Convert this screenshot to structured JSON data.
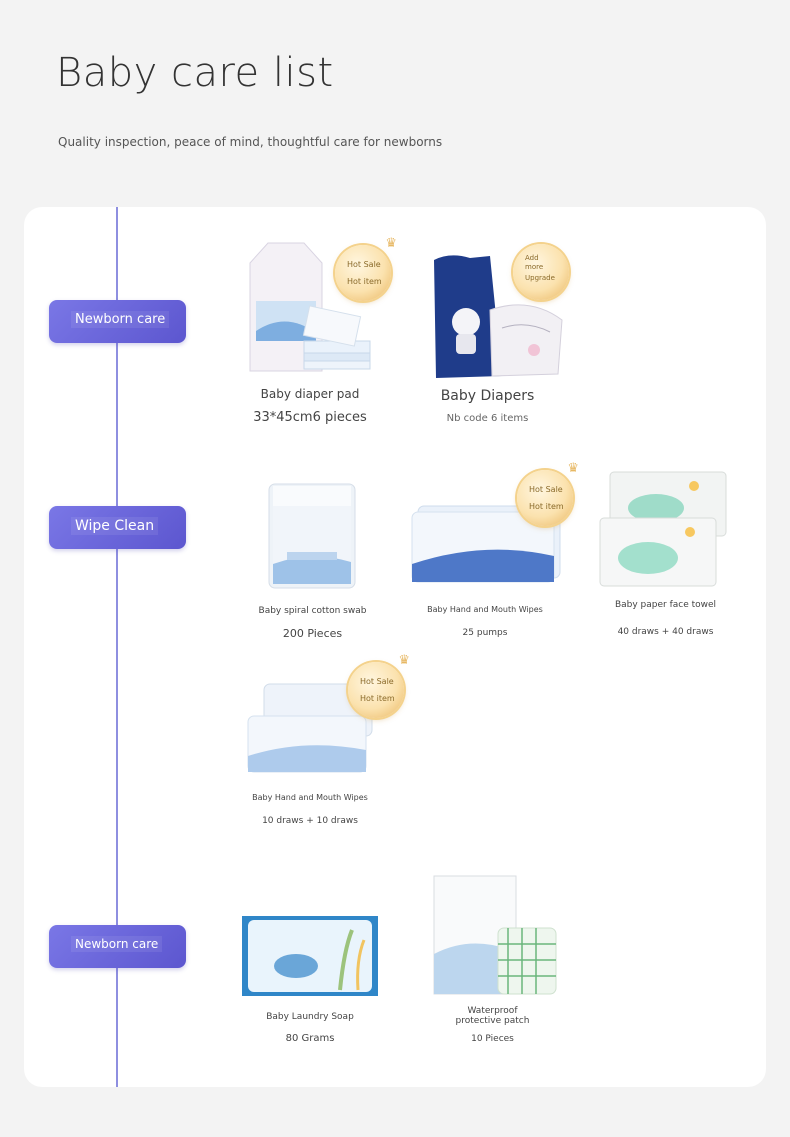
{
  "header": {
    "title": "Baby care list",
    "subtitle": "Quality inspection, peace of mind, thoughtful care for newborns"
  },
  "categories": [
    {
      "label": "Newborn care"
    },
    {
      "label": "Wipe Clean"
    },
    {
      "label": "Newborn care"
    }
  ],
  "badges": {
    "hot_sale": "Hot Sale",
    "hot_item": "Hot item",
    "add_more": "Add more",
    "upgrade": "Upgrade"
  },
  "products": [
    {
      "name": "Baby diaper pad",
      "spec": "33*45cm6 pieces"
    },
    {
      "name": "Baby Diapers",
      "spec": "Nb code 6 items"
    },
    {
      "name": "Baby spiral cotton swab",
      "spec": "200 Pieces"
    },
    {
      "name": "Baby Hand and Mouth Wipes",
      "spec": "25 pumps"
    },
    {
      "name": "Baby paper face towel",
      "spec": "40 draws + 40 draws"
    },
    {
      "name": "Baby Hand and Mouth Wipes",
      "spec": "10 draws + 10 draws"
    },
    {
      "name": "Baby Laundry Soap",
      "spec": "80 Grams"
    },
    {
      "name": "Waterproof protective patch",
      "spec": "10 Pieces"
    }
  ],
  "colors": {
    "accent": "#6a66dc",
    "timeline": "#8e8fe0",
    "badge_gold": "#f4d28c"
  }
}
